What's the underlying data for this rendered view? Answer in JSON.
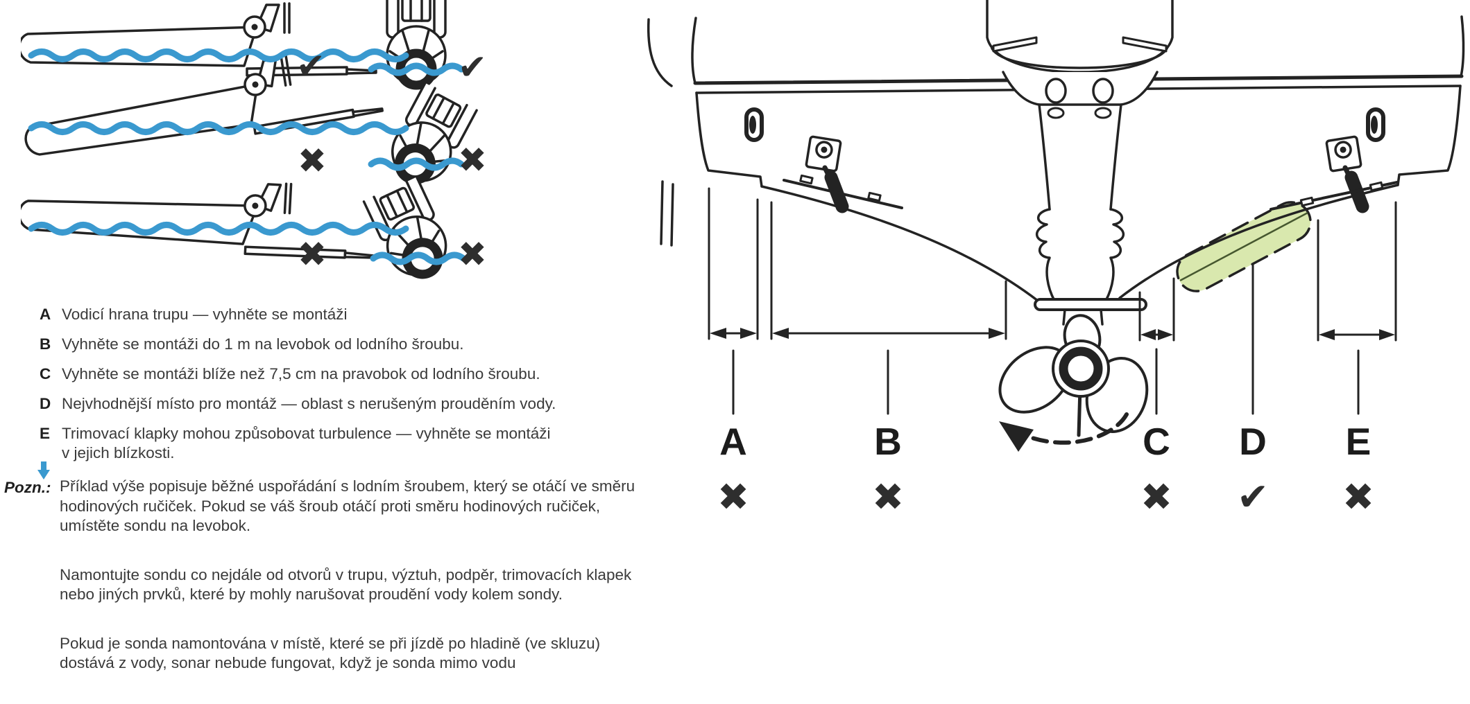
{
  "colors": {
    "ink": "#232323",
    "water_blue": "#3a99cf",
    "zone_green": "#d9e8ae"
  },
  "mounting": {
    "rows": [
      {
        "name": "transducer-level-correct",
        "side_mark": "✔",
        "front_mark": "✔"
      },
      {
        "name": "transducer-tilted-incorrect",
        "side_mark": "✖",
        "front_mark": "✖"
      },
      {
        "name": "transducer-too-deep-incorrect",
        "side_mark": "✖",
        "front_mark": "✖"
      }
    ]
  },
  "legend": {
    "items": [
      {
        "key": "A",
        "text": "Vodicí hrana trupu — vyhněte se montáži"
      },
      {
        "key": "B",
        "text": "Vyhněte se montáži do 1 m na levobok  od lodního šroubu."
      },
      {
        "key": "C",
        "text": "Vyhněte se montáži blíže než 7,5 cm na pravobok od lodního šroubu."
      },
      {
        "key": "D",
        "text": "Nejvhodnější místo pro montáž — oblast s nerušeným prouděním vody."
      },
      {
        "key": "E",
        "text": "Trimovací klapky mohou způsobovat turbulence — vyhněte se montáži v jejich blízkosti."
      }
    ]
  },
  "note": {
    "label": "Pozn.:",
    "paragraphs": [
      "Příklad výše popisuje běžné uspořádání s lodním šroubem, který se otáčí ve směru hodinových ručiček. Pokud se váš šroub otáčí proti směru hodinových ručiček, umístěte sondu na levobok.",
      "Namontujte sondu co nejdále od otvorů v trupu, výztuh, podpěr, trimovacích klapek nebo jiných prvků, které by mohly narušovat proudění vody kolem sondy.",
      "Pokud je sonda namontována v místě, které se při jízdě po hladině (ve skluzu) dostává z vody, sonar nebude fungovat, když je sonda mimo vodu"
    ]
  },
  "transom": {
    "positions": [
      {
        "label": "A",
        "mark": "✖"
      },
      {
        "label": "B",
        "mark": "✖"
      },
      {
        "label": "C",
        "mark": "✖"
      },
      {
        "label": "D",
        "mark": "✔"
      },
      {
        "label": "E",
        "mark": "✖"
      }
    ]
  }
}
